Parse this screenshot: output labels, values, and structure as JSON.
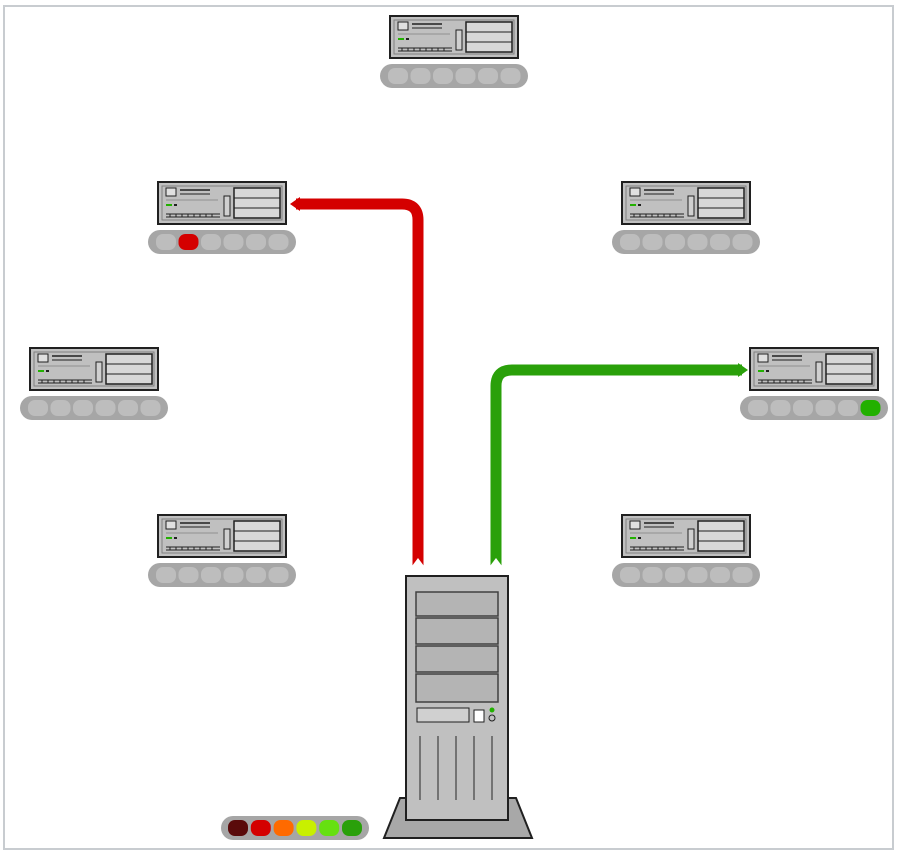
{
  "colors": {
    "frame_border": "#c8ccd0",
    "unit_body": "#c0c0c0",
    "unit_outline": "#202020",
    "slot_tray": "#a6a6a6",
    "slot_empty": "#bdbdbd",
    "cable_red": "#d40000",
    "cable_green": "#2aa00a",
    "led_green": "#22b000"
  },
  "nodes": [
    {
      "id": "top",
      "slots": [
        "empty",
        "empty",
        "empty",
        "empty",
        "empty",
        "empty"
      ]
    },
    {
      "id": "upper-left",
      "slots": [
        "empty",
        "red",
        "empty",
        "empty",
        "empty",
        "empty"
      ]
    },
    {
      "id": "upper-right",
      "slots": [
        "empty",
        "empty",
        "empty",
        "empty",
        "empty",
        "empty"
      ]
    },
    {
      "id": "middle-left",
      "slots": [
        "empty",
        "empty",
        "empty",
        "empty",
        "empty",
        "empty"
      ]
    },
    {
      "id": "middle-right",
      "slots": [
        "empty",
        "empty",
        "empty",
        "empty",
        "empty",
        "green"
      ]
    },
    {
      "id": "lower-left",
      "slots": [
        "empty",
        "empty",
        "empty",
        "empty",
        "empty",
        "empty"
      ]
    },
    {
      "id": "lower-right",
      "slots": [
        "empty",
        "empty",
        "empty",
        "empty",
        "empty",
        "empty"
      ]
    }
  ],
  "connections": [
    {
      "from": "server",
      "to": "upper-left",
      "color": "red"
    },
    {
      "from": "server",
      "to": "middle-right",
      "color": "green"
    }
  ],
  "palette": [
    {
      "name": "dark-red",
      "color": "#5a0a0a"
    },
    {
      "name": "red",
      "color": "#d40000"
    },
    {
      "name": "orange",
      "color": "#ff6a00"
    },
    {
      "name": "yellow-green",
      "color": "#c8f000"
    },
    {
      "name": "light-green",
      "color": "#66e010"
    },
    {
      "name": "green",
      "color": "#2aa00a"
    }
  ],
  "icons": {
    "node": "rack-server-icon",
    "server": "tower-server-icon"
  }
}
